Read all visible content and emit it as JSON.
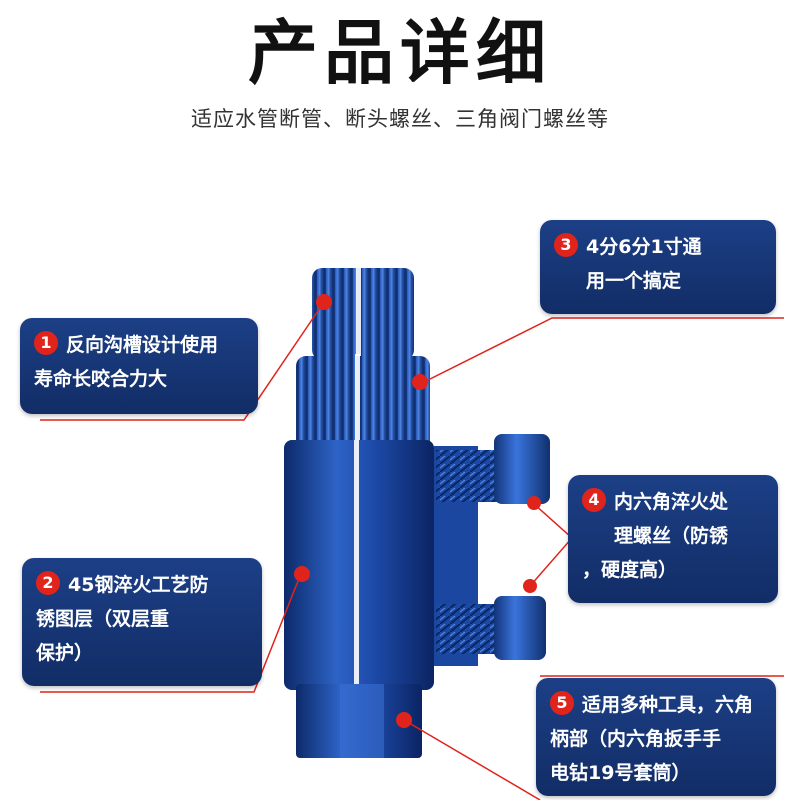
{
  "title": "产品详细",
  "subtitle": "适应水管断管、断头螺丝、三角阀门螺丝等",
  "callouts": [
    {
      "num": "1",
      "line1": "反向沟槽设计使用",
      "line2": "寿命长咬合力大",
      "line3": ""
    },
    {
      "num": "2",
      "line1": "45钢淬火工艺防",
      "line2": "锈图层（双层重",
      "line3": "保护）"
    },
    {
      "num": "3",
      "line1": "4分6分1寸通",
      "line2": "用一个搞定",
      "line3": ""
    },
    {
      "num": "4",
      "line1": "内六角淬火处",
      "line2": "理螺丝（防锈",
      "line3": "，硬度高）"
    },
    {
      "num": "5",
      "line1": "适用多种工具，六角",
      "line2": "柄部（内六角扳手手",
      "line3": "电钻19号套筒）"
    }
  ],
  "colors": {
    "callout_bg": "#1c3f86",
    "badge": "#e0241b",
    "leader_line": "#e0241b",
    "tool_blue": "#1f56b8"
  },
  "icons": {
    "badge": "red-circle-number",
    "product": "blue-pipe-extractor-tool"
  }
}
